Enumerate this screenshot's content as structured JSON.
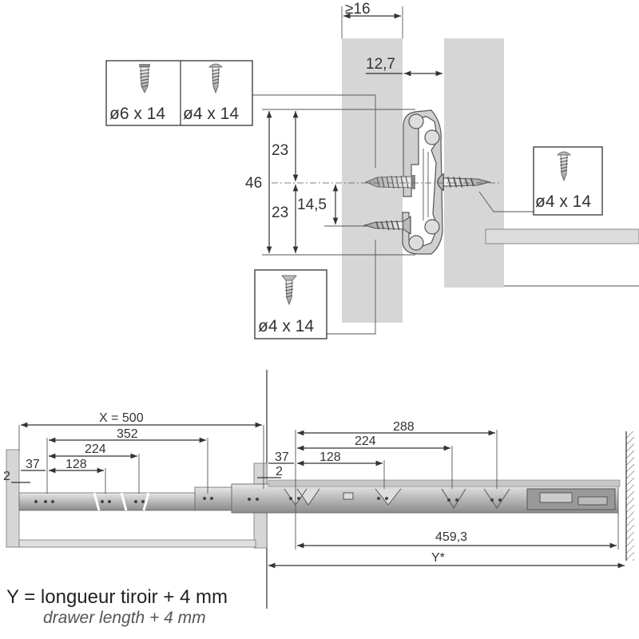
{
  "top_view": {
    "dim_side_thickness": "≥16",
    "dim_offset": "12,7",
    "dim_total_height": "46",
    "dim_upper": "23",
    "dim_lower": "23",
    "dim_screw_spacing": "14,5",
    "screw_label_large": "ø6 x 14",
    "screw_label_small": "ø4 x 14",
    "screw_label_right": "ø4 x 14",
    "screw_label_bottom": "ø4 x 14"
  },
  "side_view": {
    "left_x": "X = 500",
    "left_352": "352",
    "left_224": "224",
    "left_128": "128",
    "left_37": "37",
    "left_2": "2",
    "right_288": "288",
    "right_224": "224",
    "right_128": "128",
    "right_37": "37",
    "right_2": "2",
    "right_459": "459,3",
    "right_y": "Y*"
  },
  "footer": {
    "line_fr": "Y = longueur tiroir + 4 mm",
    "line_en": "drawer length + 4 mm"
  }
}
